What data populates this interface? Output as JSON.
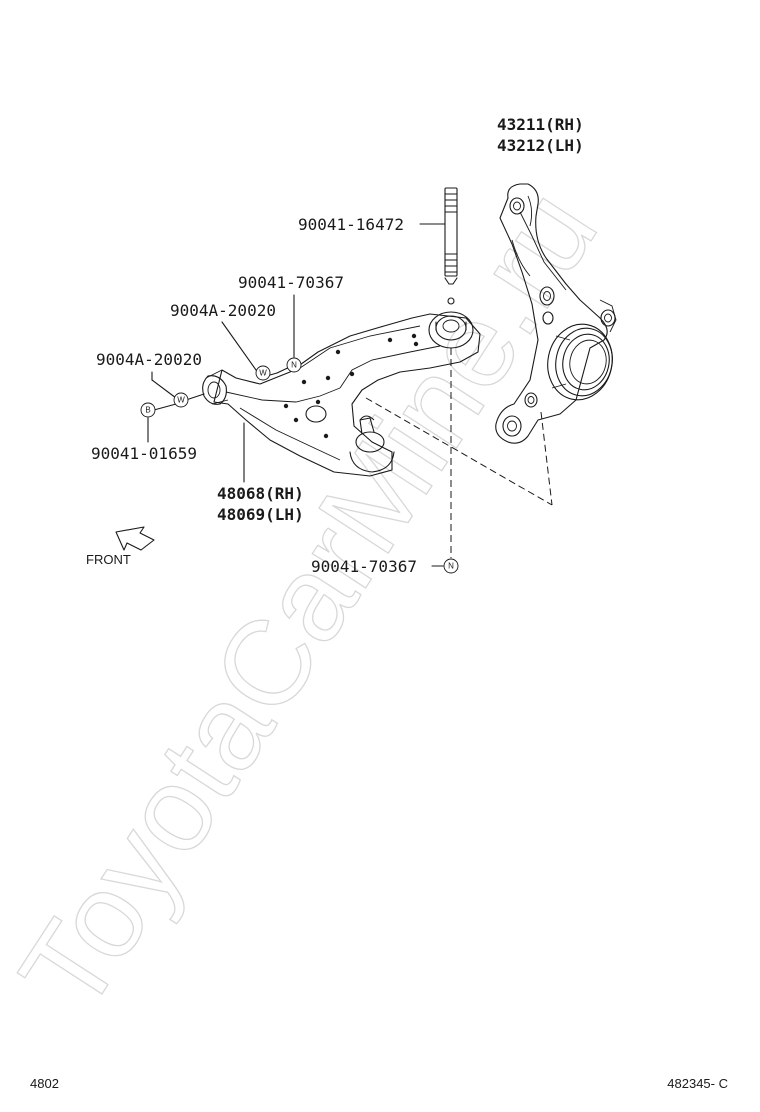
{
  "watermark": "ToyotaCarMine.ru",
  "parts": {
    "knuckle_rh": "43211(RH)",
    "knuckle_lh": "43212(LH)",
    "bolt_knuckle": "90041-16472",
    "nut_top": "90041-70367",
    "washer_a": "9004A-20020",
    "washer_b": "9004A-20020",
    "bolt_bottom": "90041-01659",
    "arm_rh": "48068(RH)",
    "arm_lh": "48069(LH)",
    "nut_bottom": "90041-70367"
  },
  "symbols": {
    "nut": "N",
    "washer": "W",
    "bolt": "B"
  },
  "front_label": "FRONT",
  "footer": {
    "left_code": "4802",
    "right_code": "482345- C"
  }
}
